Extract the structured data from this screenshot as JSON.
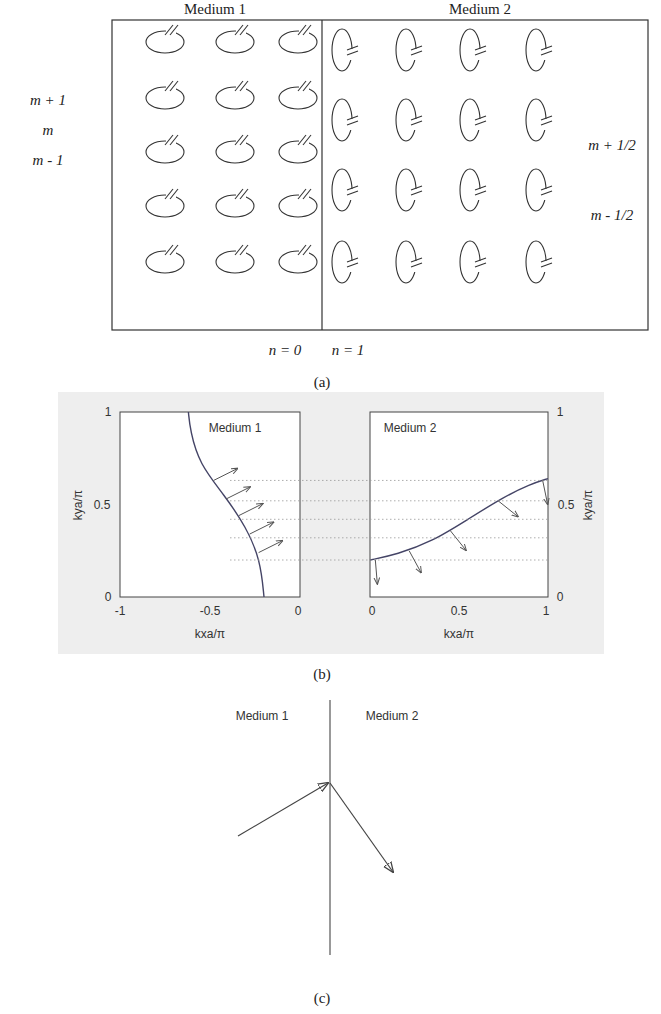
{
  "diagram": {
    "labels": [
      "Medium 1",
      "Medium 2",
      "m + 1",
      "m",
      "m - 1",
      "m + 1/2",
      "m - 1/2",
      "n = 0",
      "n = 1",
      "(a)",
      "Medium 1",
      "Medium 2",
      "1",
      "0.5",
      "0",
      "-1",
      "-0.5",
      "0",
      "kya/π",
      "kxa/π",
      "1",
      "0.5",
      "0",
      "0",
      "0.5",
      "1",
      "kya/π",
      "kxa/π",
      "(b)",
      "Medium 1",
      "Medium 2",
      "(c)"
    ]
  }
}
